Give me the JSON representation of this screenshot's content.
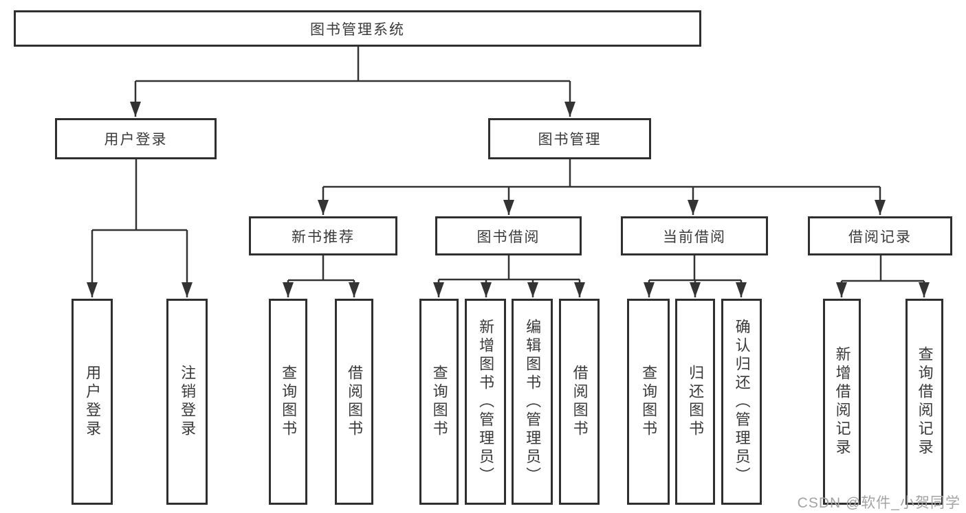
{
  "tree": {
    "label": "图书管理系统",
    "children": [
      {
        "label": "用户登录",
        "children": [
          {
            "label": "用户登录"
          },
          {
            "label": "注销登录"
          }
        ]
      },
      {
        "label": "图书管理",
        "children": [
          {
            "label": "新书推荐",
            "children": [
              {
                "label": "查询图书"
              },
              {
                "label": "借阅图书"
              }
            ]
          },
          {
            "label": "图书借阅",
            "children": [
              {
                "label": "查询图书"
              },
              {
                "label": "新增图书（管理员）"
              },
              {
                "label": "编辑图书（管理员）"
              },
              {
                "label": "借阅图书"
              }
            ]
          },
          {
            "label": "当前借阅",
            "children": [
              {
                "label": "查询图书"
              },
              {
                "label": "归还图书"
              },
              {
                "label": "确认归还（管理员）"
              }
            ]
          },
          {
            "label": "借阅记录",
            "children": [
              {
                "label": "新增借阅记录"
              },
              {
                "label": "查询借阅记录"
              }
            ]
          }
        ]
      }
    ]
  },
  "watermark": {
    "text": "CSDN @软件_小贺同学"
  },
  "colors": {
    "line": "#333333",
    "box_border": "#2f2f2f",
    "text": "#3a3a3a",
    "background": "#ffffff",
    "watermark_text": "#a3a3a3"
  }
}
